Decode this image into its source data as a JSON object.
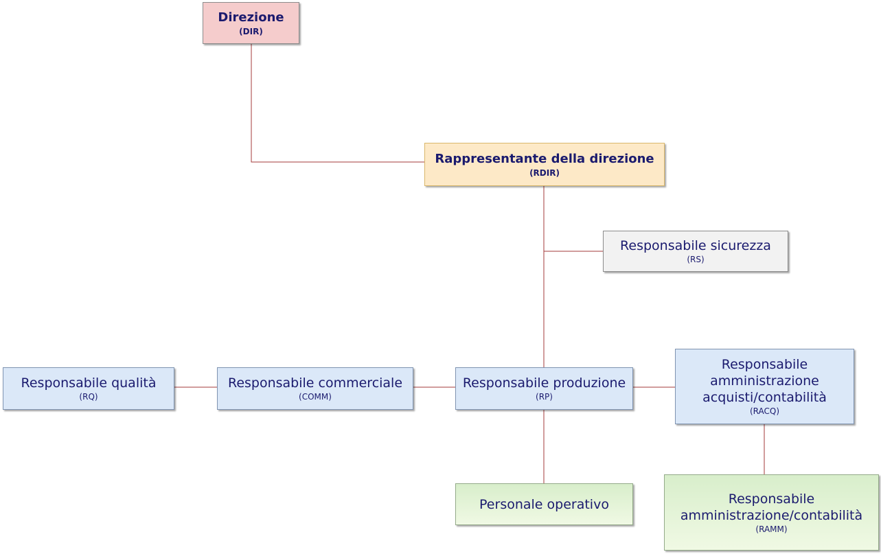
{
  "chart": {
    "line_color": "#a33a3a",
    "nodes": {
      "dir": {
        "title": "Direzione",
        "code": "(DIR)"
      },
      "rdir": {
        "title": "Rappresentante della direzione",
        "code": "(RDIR)"
      },
      "rs": {
        "title": "Responsabile sicurezza",
        "code": "(RS)"
      },
      "rq": {
        "title": "Responsabile qualità",
        "code": "(RQ)"
      },
      "comm": {
        "title": "Responsabile commerciale",
        "code": "(COMM)"
      },
      "rp": {
        "title": "Responsabile produzione",
        "code": "(RP)"
      },
      "racq": {
        "title_lines": [
          "Responsabile",
          "amministrazione",
          "acquisti/contabilità"
        ],
        "code": "(RACQ)"
      },
      "op": {
        "title": "Personale operativo"
      },
      "ramm": {
        "title_lines": [
          "Responsabile",
          "amministrazione/contabilità"
        ],
        "code": "(RAMM)"
      }
    }
  }
}
